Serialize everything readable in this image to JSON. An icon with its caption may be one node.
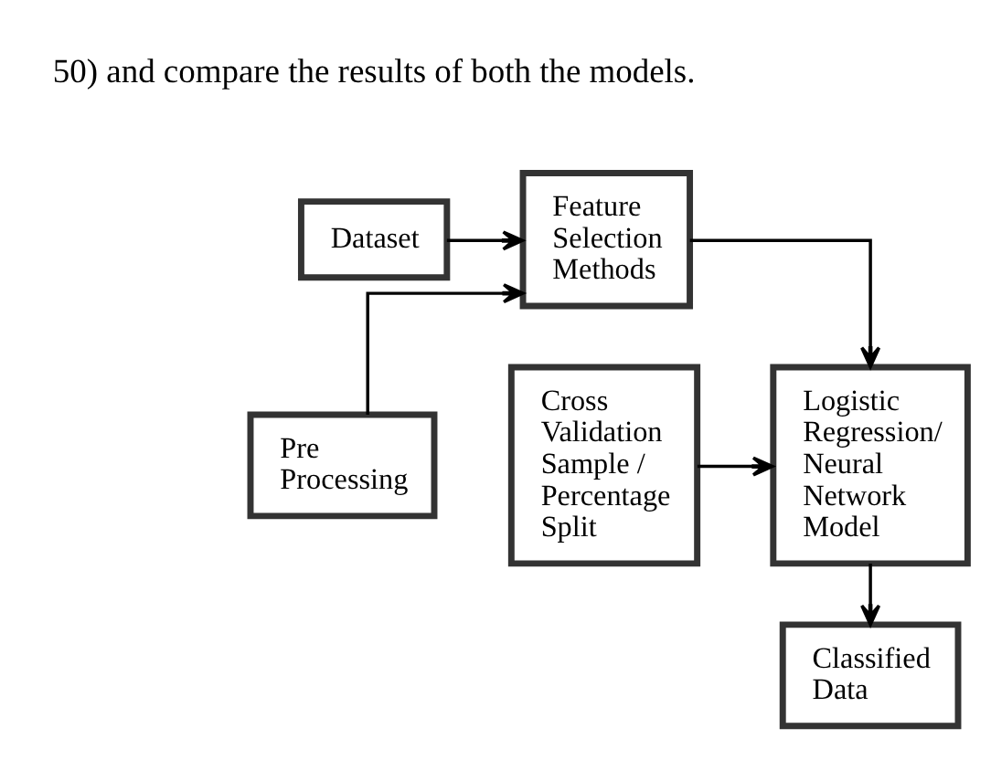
{
  "diagram": {
    "nodes": [
      {
        "text": [
          "Dataset"
        ]
      },
      {
        "text": [
          "Feature Selection Methods"
        ]
      },
      {
        "text": [
          "Pre Processing"
        ]
      },
      {
        "text": [
          "Logistic Regression/ Neural Network Model"
        ]
      },
      {
        "text": [
          "Cross Validation Sample / Percentage Split"
        ]
      },
      {
        "text": [
          "Classified Data"
        ]
      }
    ],
    "edges": [
      {
        "from": 0,
        "to": 1,
        "arrow": "to"
      },
      {
        "from": 2,
        "to": 1,
        "arrow": "to"
      },
      {
        "from": 1,
        "to": 3,
        "arrow": "to"
      },
      {
        "from": 4,
        "to": 3,
        "arrow": "to"
      },
      {
        "from": 3,
        "to": 5,
        "arrow": "to"
      }
    ],
    "labels": [
      "50) and compare the results of both the models."
    ]
  }
}
